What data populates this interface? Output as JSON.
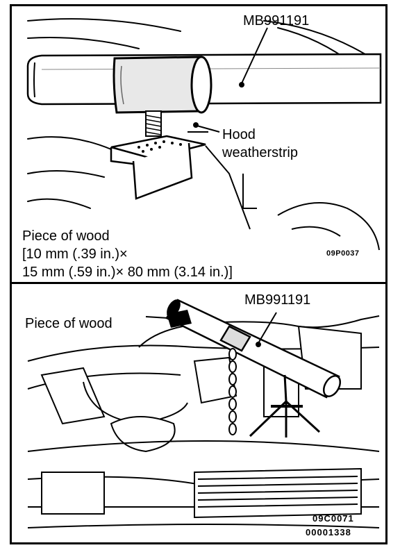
{
  "panel_top": {
    "tool_label": "MB991191",
    "hood_label_line1": "Hood",
    "hood_label_line2": "weatherstrip",
    "wood_label_line1": "Piece of wood",
    "wood_label_line2": "[10 mm (.39 in.)×",
    "wood_label_line3": "15 mm (.59 in.)× 80 mm (3.14 in.)]",
    "figure_code": "09P0037"
  },
  "panel_bottom": {
    "tool_label": "MB991191",
    "wood_label": "Piece of wood",
    "figure_code": "09C0071",
    "reference_number": "00001338"
  }
}
